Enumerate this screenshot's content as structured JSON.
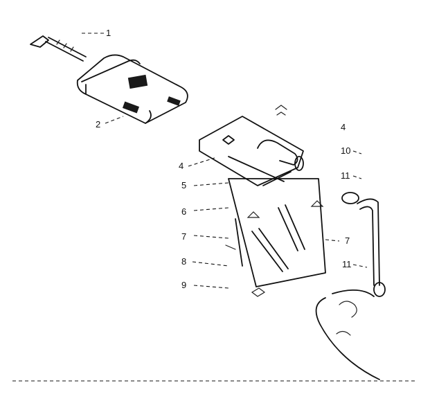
{
  "callouts": [
    {
      "id": "c1",
      "text": "1"
    },
    {
      "id": "c2",
      "text": "2"
    },
    {
      "id": "c4a",
      "text": "4"
    },
    {
      "id": "c4b",
      "text": "4"
    },
    {
      "id": "c10",
      "text": "10"
    },
    {
      "id": "c11a",
      "text": "11"
    },
    {
      "id": "c5",
      "text": "5"
    },
    {
      "id": "c6",
      "text": "6"
    },
    {
      "id": "c7a",
      "text": "7"
    },
    {
      "id": "c7b",
      "text": "7"
    },
    {
      "id": "c8",
      "text": "8"
    },
    {
      "id": "c11b",
      "text": "11"
    },
    {
      "id": "c9",
      "text": "9"
    }
  ]
}
